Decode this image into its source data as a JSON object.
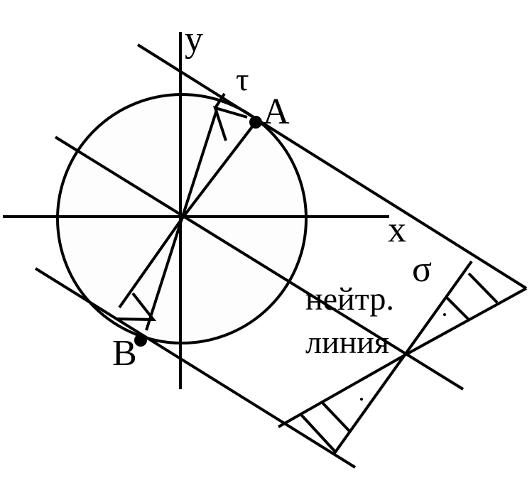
{
  "diagram": {
    "labels": {
      "y_axis": "y",
      "x_axis": "x",
      "tau": "τ",
      "sigma": "σ",
      "point_a": "A",
      "point_b": "B",
      "neutral_line_1": "нейтр.",
      "neutral_line_2": "линия"
    },
    "colors": {
      "ink": "#000000",
      "circle_fill": "#fdfdfd",
      "background": "#ffffff"
    }
  }
}
